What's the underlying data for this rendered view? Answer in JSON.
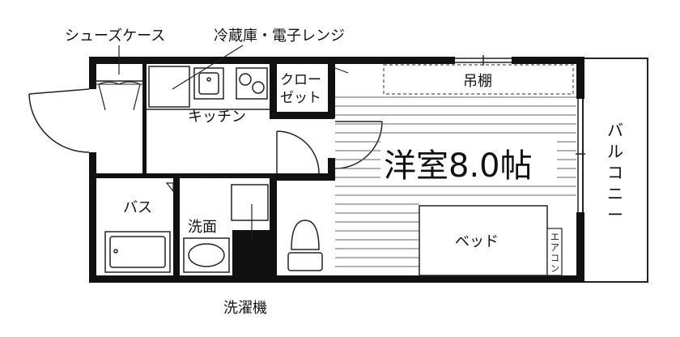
{
  "labels": {
    "shoe_case": "シューズケース",
    "fridge_range": "冷蔵庫・電子レンジ",
    "closet_line1": "クロー",
    "closet_line2": "ゼット",
    "kitchen": "キッチン",
    "hanging_shelf": "吊棚",
    "western_room": "洋室8.0帖",
    "balcony_chars": [
      "バ",
      "ル",
      "コ",
      "ニ",
      "ー"
    ],
    "bath": "バス",
    "washroom": "洗面",
    "bed": "ベッド",
    "aircon_chars": [
      "エ",
      "ア",
      "コ",
      "ン"
    ],
    "washer": "洗濯機"
  },
  "colors": {
    "wall": "#111111",
    "line": "#222222",
    "background": "#ffffff"
  }
}
